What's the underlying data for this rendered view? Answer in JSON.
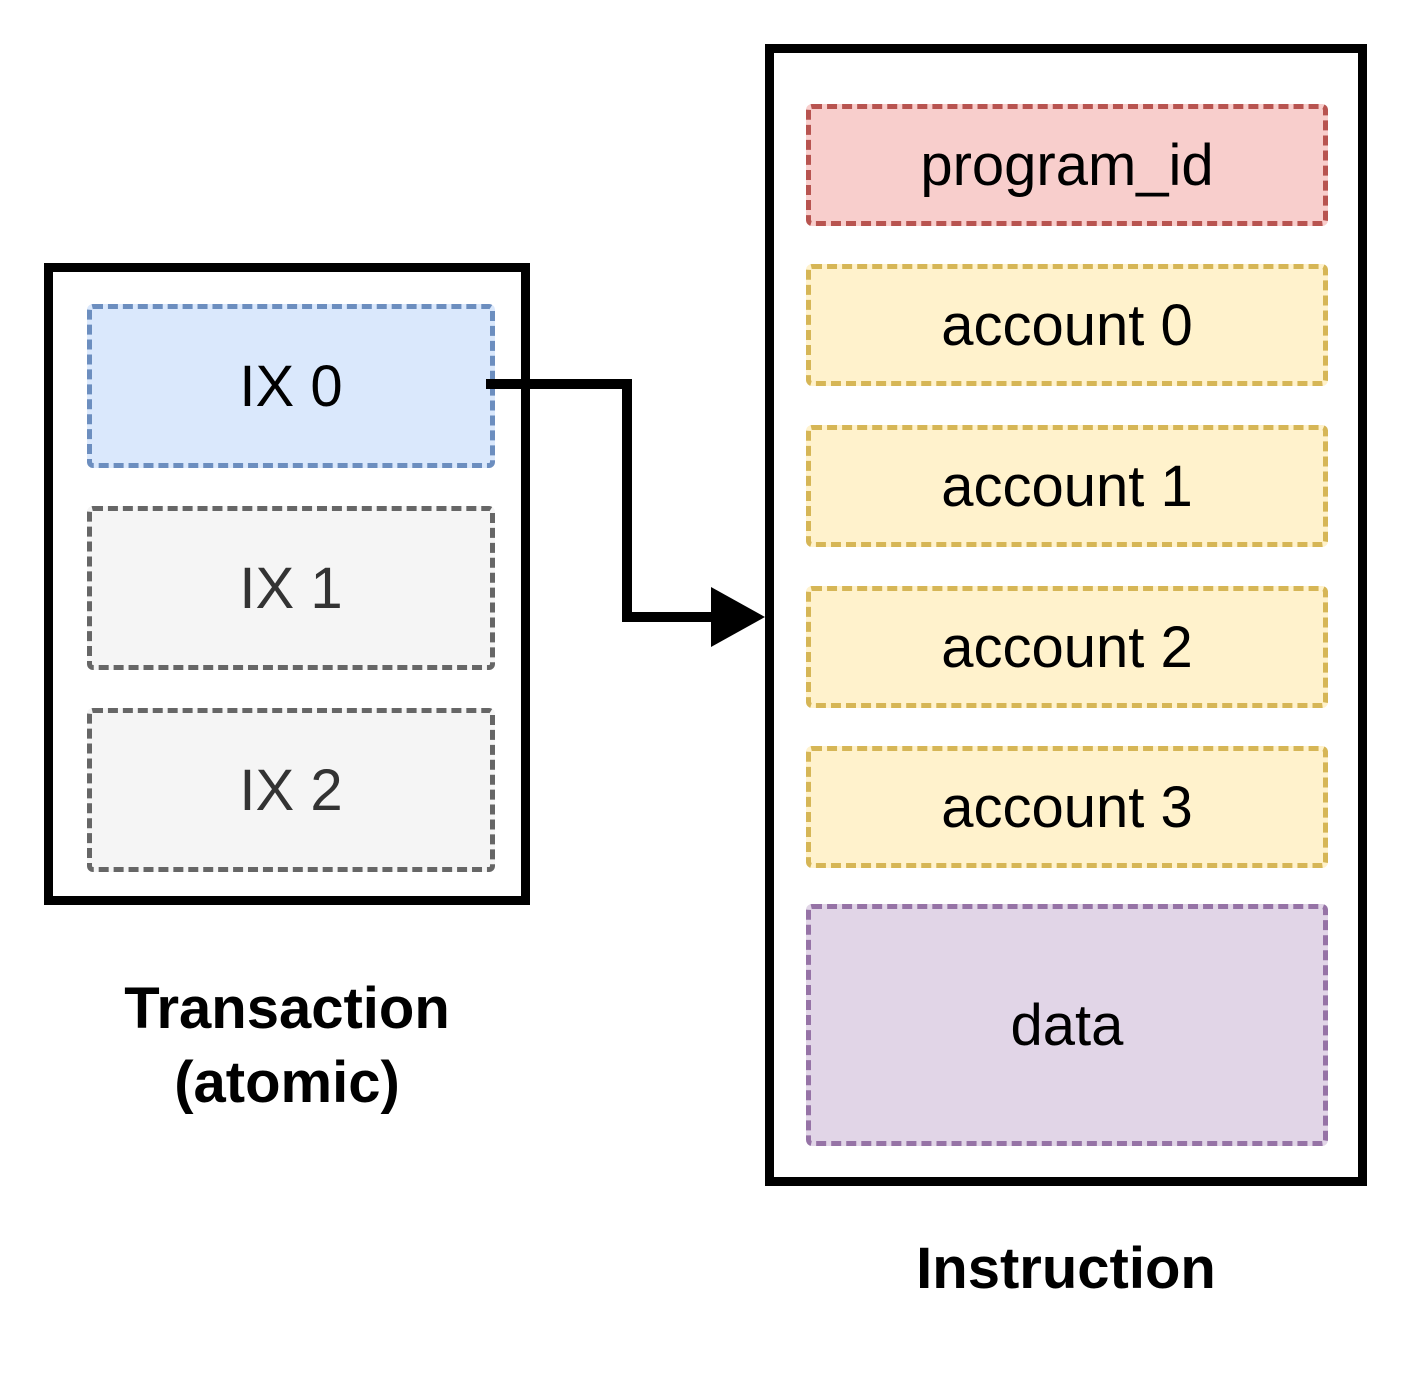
{
  "transaction": {
    "caption_line1": "Transaction",
    "caption_line2": "(atomic)",
    "items": [
      {
        "label": "IX 0",
        "fill": "#dae8fc",
        "border": "#6c8ebf",
        "highlighted": true
      },
      {
        "label": "IX 1",
        "fill": "#f5f5f5",
        "border": "#666666",
        "highlighted": false
      },
      {
        "label": "IX 2",
        "fill": "#f5f5f5",
        "border": "#666666",
        "highlighted": false
      }
    ]
  },
  "instruction": {
    "caption": "Instruction",
    "fields": [
      {
        "label": "program_id",
        "fill": "#f8cecc",
        "border": "#b85450"
      },
      {
        "label": "account 0",
        "fill": "#fff2cc",
        "border": "#d6b656"
      },
      {
        "label": "account 1",
        "fill": "#fff2cc",
        "border": "#d6b656"
      },
      {
        "label": "account 2",
        "fill": "#fff2cc",
        "border": "#d6b656"
      },
      {
        "label": "account 3",
        "fill": "#fff2cc",
        "border": "#d6b656"
      },
      {
        "label": "data",
        "fill": "#e1d5e7",
        "border": "#9673a6"
      }
    ]
  },
  "arrow": {
    "from": "IX 0",
    "to": "Instruction",
    "color": "#000000"
  },
  "colors": {
    "frame": "#000000",
    "background": "#ffffff"
  }
}
